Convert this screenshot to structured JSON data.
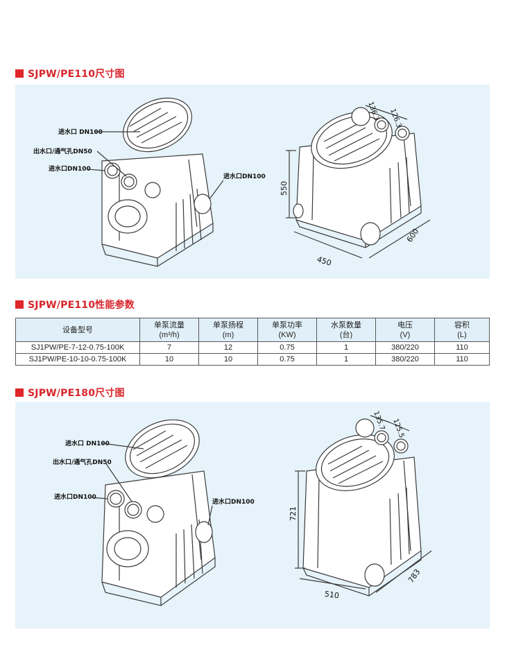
{
  "section1": {
    "title": "SJPW/PE110尺寸图"
  },
  "section2": {
    "title": "SJPW/PE110性能参数"
  },
  "section3": {
    "title": "SJPW/PE180尺寸图"
  },
  "pe110": {
    "labels": {
      "inlet_top": "进水口 DN100",
      "outlet_vent": "出水口/通气孔DN50",
      "inlet_left": "进水口DN100",
      "inlet_right": "进水口DN100"
    },
    "dims": {
      "height": "550",
      "width": "450",
      "depth": "600",
      "d1": "136.3",
      "d2": "126.3"
    }
  },
  "pe180": {
    "labels": {
      "inlet_top": "进水口 DN100",
      "outlet_vent": "出水口/通气孔DN50",
      "inlet_left": "进水口DN100",
      "inlet_right": "进水口DN100"
    },
    "dims": {
      "height": "721",
      "width": "510",
      "depth": "783",
      "d1": "135.7",
      "d2": "125.5"
    }
  },
  "table": {
    "headers": [
      {
        "l1": "设备型号",
        "l2": ""
      },
      {
        "l1": "单泵流量",
        "l2": "(m³/h)"
      },
      {
        "l1": "单泵扬程",
        "l2": "(m)"
      },
      {
        "l1": "单泵功率",
        "l2": "(KW)"
      },
      {
        "l1": "水泵数量",
        "l2": "(台)"
      },
      {
        "l1": "电压",
        "l2": "(V)"
      },
      {
        "l1": "容积",
        "l2": "(L)"
      }
    ],
    "rows": [
      [
        "SJ1PW/PE-7-12-0.75-100K",
        "7",
        "12",
        "0.75",
        "1",
        "380/220",
        "110"
      ],
      [
        "SJ1PW/PE-10-10-0.75-100K",
        "10",
        "10",
        "0.75",
        "1",
        "380/220",
        "110"
      ]
    ]
  }
}
